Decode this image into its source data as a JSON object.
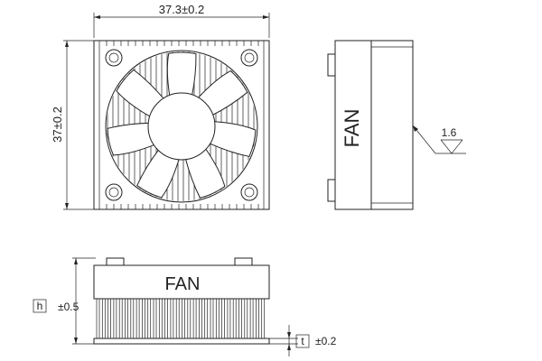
{
  "dimensions": {
    "width": "37.3±0.2",
    "height": "37±0.2",
    "h_label": "h",
    "h_tol": "±0.5",
    "t_label": "t",
    "t_tol": "±0.2"
  },
  "labels": {
    "fan_side": "FAN",
    "fan_bottom": "FAN"
  },
  "surface_finish": {
    "value": "1.6"
  }
}
